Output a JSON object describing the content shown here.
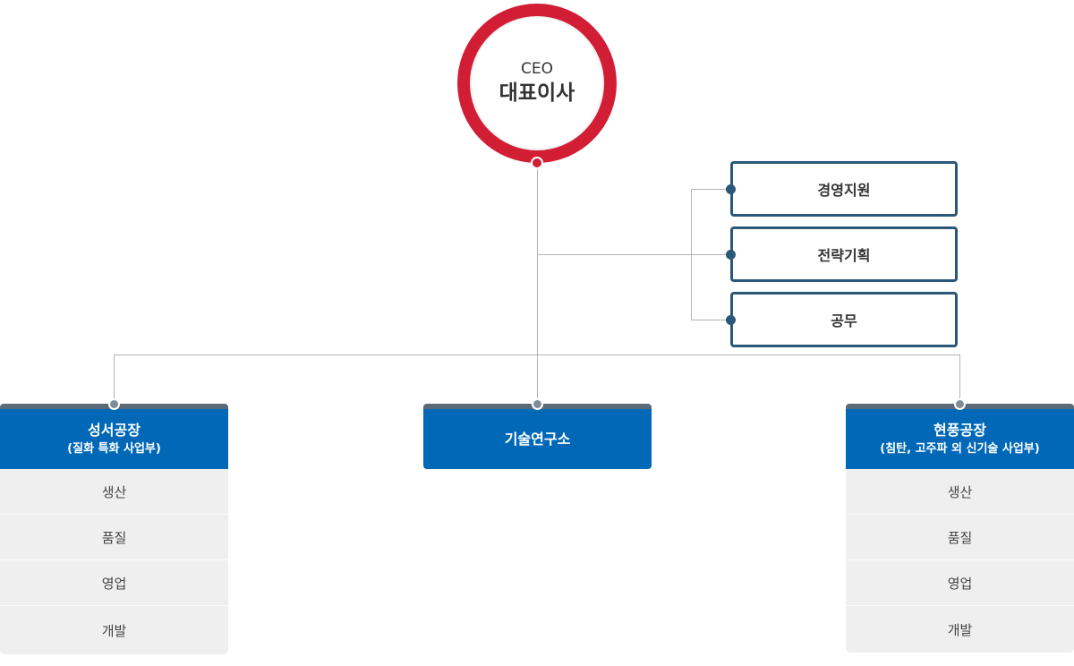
{
  "ceo": {
    "title_en": "CEO",
    "title_ko": "대표이사"
  },
  "staff": [
    {
      "label": "경영지원"
    },
    {
      "label": "전략기획"
    },
    {
      "label": "공무"
    }
  ],
  "departments": [
    {
      "name": "성서공장",
      "subtitle": "(질화 특화 사업부)",
      "units": [
        "생산",
        "품질",
        "영업",
        "개발"
      ]
    },
    {
      "name": "기술연구소"
    },
    {
      "name": "현풍공장",
      "subtitle": "(침탄, 고주파 외 신기술 사업부)",
      "units": [
        "생산",
        "품질",
        "영업",
        "개발"
      ]
    }
  ],
  "colors": {
    "ceo_ring": "#d21e35",
    "staff_border": "#2b5878",
    "dept_header": "#0068b7",
    "dept_cap": "#5a6a78",
    "connector": "#b3b3b3",
    "unit_bg": "#efefef"
  }
}
